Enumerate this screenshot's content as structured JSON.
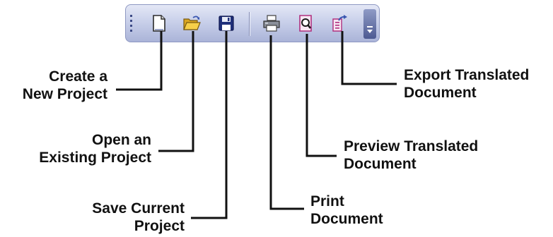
{
  "toolbar": {
    "buttons": [
      {
        "id": "new",
        "icon": "new-document-icon",
        "label": "Create a\nNew Project"
      },
      {
        "id": "open",
        "icon": "open-folder-icon",
        "label": "Open an\nExisting Project"
      },
      {
        "id": "save",
        "icon": "floppy-disk-icon",
        "label": "Save Current\nProject"
      },
      {
        "id": "print",
        "icon": "printer-icon",
        "label": "Print\nDocument"
      },
      {
        "id": "preview",
        "icon": "magnifier-document-icon",
        "label": "Preview Translated\nDocument"
      },
      {
        "id": "export",
        "icon": "export-document-icon",
        "label": "Export Translated\nDocument"
      }
    ]
  },
  "colors": {
    "toolbar_top": "#e4e8f6",
    "toolbar_bottom": "#aab4d8",
    "leader_line": "#111111",
    "label_text": "#111111"
  }
}
